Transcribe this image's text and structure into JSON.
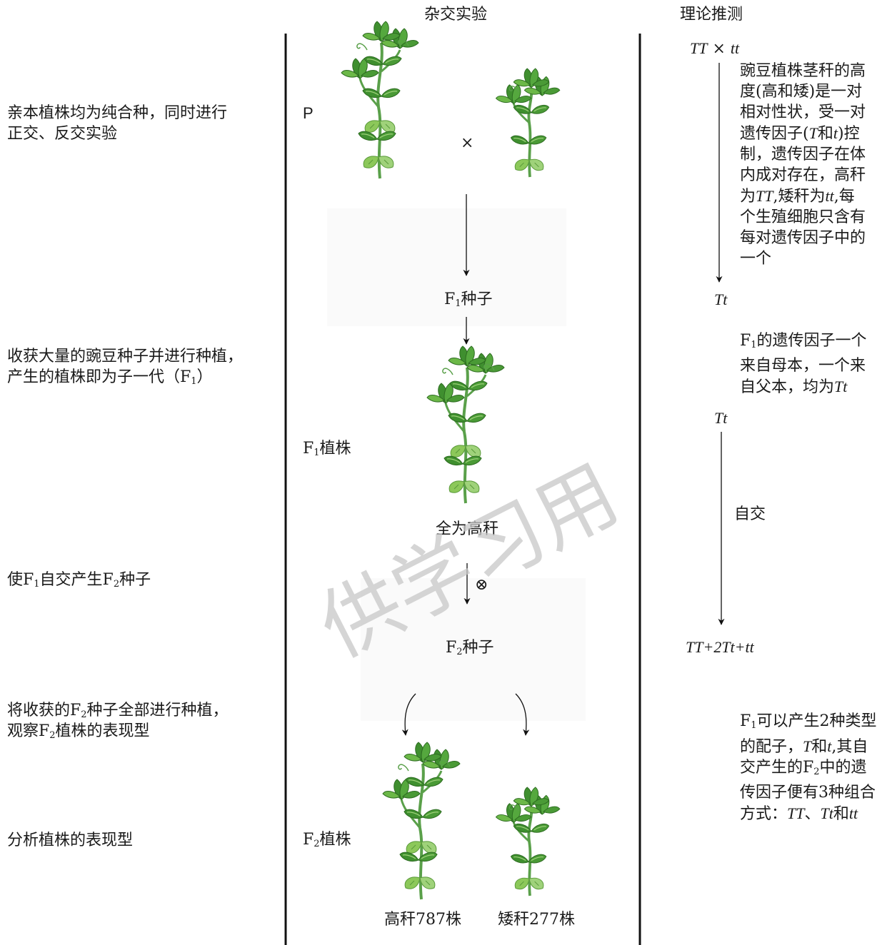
{
  "headers": {
    "experiment": "杂交实验",
    "theory": "理论推测"
  },
  "left_steps": {
    "step1_line1": "亲本植株均为纯合种，同时进行",
    "step1_line2": "正交、反交实验",
    "step2_line1": "收获大量的豌豆种子并进行种植，",
    "step2_line2_pre": "产生的植株即为子一代（F",
    "step2_line2_sub": "1",
    "step2_line2_post": "）",
    "step3_pre": "使F",
    "step3_sub1": "1",
    "step3_mid": "自交产生F",
    "step3_sub2": "2",
    "step3_post": "种子",
    "step4_line1_pre": "将收获的F",
    "step4_line1_sub": "2",
    "step4_line1_post": "种子全部进行种植，",
    "step4_line2_pre": "观察F",
    "step4_line2_sub": "2",
    "step4_line2_post": "植株的表现型",
    "step5": "分析植株的表现型"
  },
  "middle": {
    "p_label": "P",
    "cross_symbol": "×",
    "f1_seed_pre": "F",
    "f1_seed_sub": "1",
    "f1_seed_post": "种子",
    "f1_plant_pre": "F",
    "f1_plant_sub": "1",
    "f1_plant_post": "植株",
    "all_tall": "全为高秆",
    "selfing_symbol": "⊗",
    "f2_seed_pre": "F",
    "f2_seed_sub": "2",
    "f2_seed_post": "种子",
    "f2_plant_pre": "F",
    "f2_plant_sub": "2",
    "f2_plant_post": "植株",
    "tall_count": "高秆787株",
    "short_count": "矮秆277株"
  },
  "right": {
    "cross_formula_a": "TT",
    "cross_formula_x": " × ",
    "cross_formula_b": "tt",
    "explain1": {
      "l1": "豌豆植株茎秆的高",
      "l2": "度(高和矮)是一对",
      "l3": "相对性状，受一对",
      "l4_pre": "遗传因子(",
      "l4_T": "T",
      "l4_mid": "和",
      "l4_t": "t",
      "l4_post": ")控",
      "l5": "制，遗传因子在体",
      "l6": "内成对存在，高秆",
      "l7_pre": "为",
      "l7_TT": "TT",
      "l7_mid": ",矮秆为",
      "l7_tt": "tt",
      "l7_post": ",每",
      "l8": "个生殖细胞只含有",
      "l9": "每对遗传因子中的",
      "l10": "一个"
    },
    "genotype_f1": "Tt",
    "explain2": {
      "l1_pre": "F",
      "l1_sub": "1",
      "l1_post": "的遗传因子一个",
      "l2": "来自母本，一个来",
      "l3_pre": "自父本，均为",
      "l3_Tt": "Tt"
    },
    "genotype_f1_again": "Tt",
    "selfing_label": "自交",
    "f2_ratio": "TT+2Tt+tt",
    "explain3": {
      "l1_pre": "F",
      "l1_sub": "1",
      "l1_post": "可以产生2种类型",
      "l2": "的配子，",
      "l2_T": "T",
      "l2_mid": "和",
      "l2_t": "t",
      "l2_post": ",其自",
      "l3_pre": "交产生的F",
      "l3_sub": "2",
      "l3_post": "中的遗",
      "l4": "传因子便有3种组合",
      "l5_pre": "方式：",
      "l5_TT": "TT",
      "l5_sep": "、",
      "l5_Tt": "Tt",
      "l5_mid": "和",
      "l5_tt": "tt"
    }
  },
  "watermark": "供学习用",
  "colors": {
    "text": "#1a1a1a",
    "divider": "#111111",
    "leaf": "#3f8f2f",
    "leaf_light": "#8cc85a",
    "stem": "#5aa04a",
    "watermark": "#d4d4d4"
  }
}
